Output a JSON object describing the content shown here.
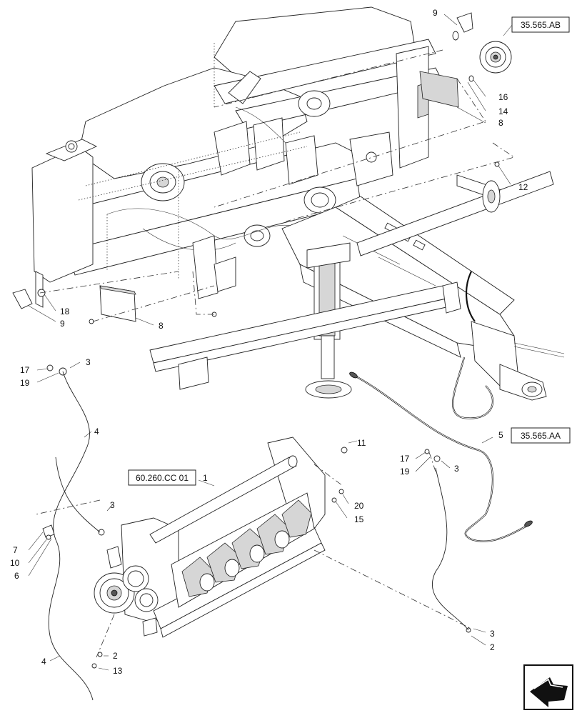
{
  "references": {
    "top_right": "35.565.AB",
    "mid_right": "35.565.AA",
    "center_left": "60.260.CC 01"
  },
  "callouts": [
    {
      "id": "c9a",
      "label": "9"
    },
    {
      "id": "c16",
      "label": "16"
    },
    {
      "id": "c14",
      "label": "14"
    },
    {
      "id": "c8a",
      "label": "8"
    },
    {
      "id": "c12",
      "label": "12"
    },
    {
      "id": "c18",
      "label": "18"
    },
    {
      "id": "c9b",
      "label": "9"
    },
    {
      "id": "c8b",
      "label": "8"
    },
    {
      "id": "c17a",
      "label": "17"
    },
    {
      "id": "c19a",
      "label": "19"
    },
    {
      "id": "c3a",
      "label": "3"
    },
    {
      "id": "c4a",
      "label": "4"
    },
    {
      "id": "c5",
      "label": "5"
    },
    {
      "id": "c11",
      "label": "11"
    },
    {
      "id": "c1",
      "label": "1"
    },
    {
      "id": "c17b",
      "label": "17"
    },
    {
      "id": "c19b",
      "label": "19"
    },
    {
      "id": "c3b",
      "label": "3"
    },
    {
      "id": "c3c",
      "label": "3"
    },
    {
      "id": "c20",
      "label": "20"
    },
    {
      "id": "c15",
      "label": "15"
    },
    {
      "id": "c7",
      "label": "7"
    },
    {
      "id": "c10",
      "label": "10"
    },
    {
      "id": "c6",
      "label": "6"
    },
    {
      "id": "c3d",
      "label": "3"
    },
    {
      "id": "c2a",
      "label": "2"
    },
    {
      "id": "c2b",
      "label": "2"
    },
    {
      "id": "c13",
      "label": "13"
    },
    {
      "id": "c4b",
      "label": "4"
    }
  ],
  "icons": {
    "corner": "navigation-arrow-icon"
  }
}
